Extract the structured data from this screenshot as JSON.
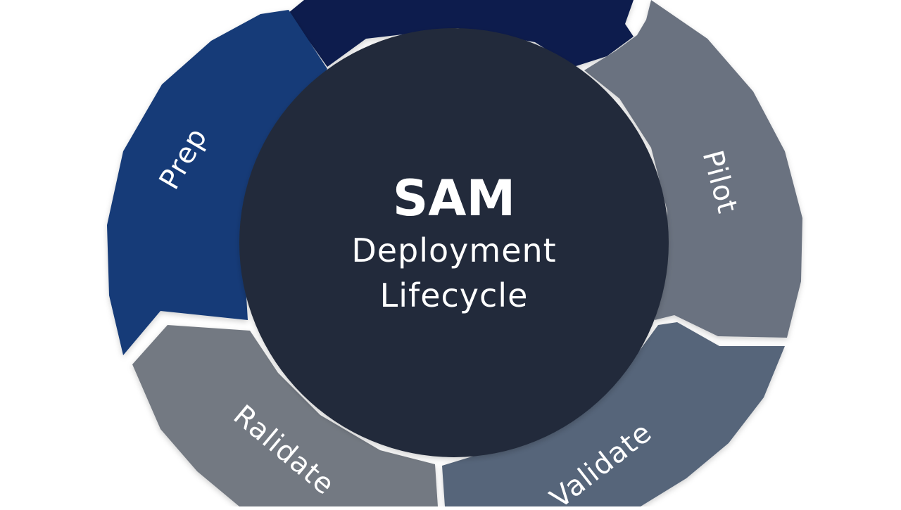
{
  "diagram": {
    "center": {
      "title": "SAM",
      "line1": "Deployment",
      "line2": "Lifecycle",
      "color": "#242b3b"
    },
    "segments": [
      {
        "label": "Prep",
        "color": "#143b78"
      },
      {
        "label": "",
        "color": "#0b1f4d"
      },
      {
        "label": "Pilot",
        "color": "#6a7280"
      },
      {
        "label": "Validate",
        "color": "#56657a"
      },
      {
        "label": "Ralidate",
        "color": "#737982"
      }
    ],
    "gap_color": "#ffffff"
  }
}
